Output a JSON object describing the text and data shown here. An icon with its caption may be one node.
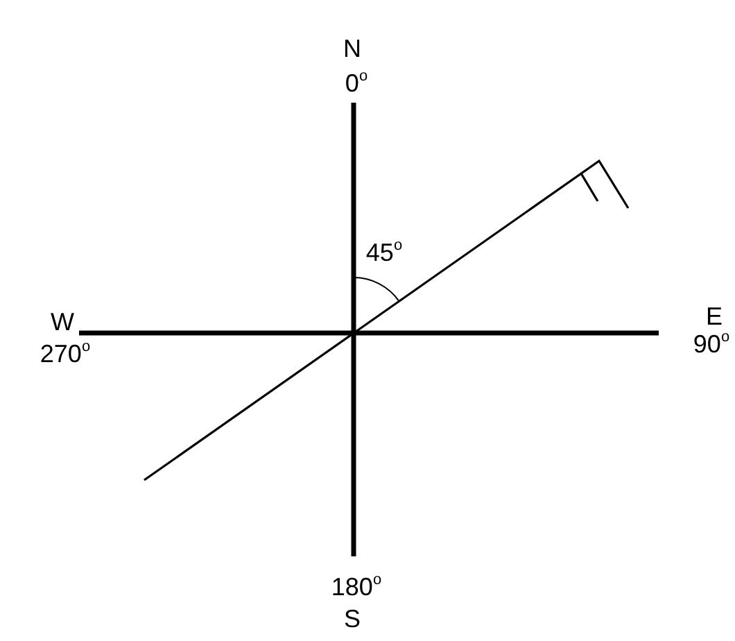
{
  "diagram": {
    "labels": [
      "N",
      "0$^{o}$",
      "45$^{o}$",
      "W",
      "270$^{o}$",
      "E",
      "90$^{o}$",
      "180$^{o}$",
      "S"
    ]
  }
}
